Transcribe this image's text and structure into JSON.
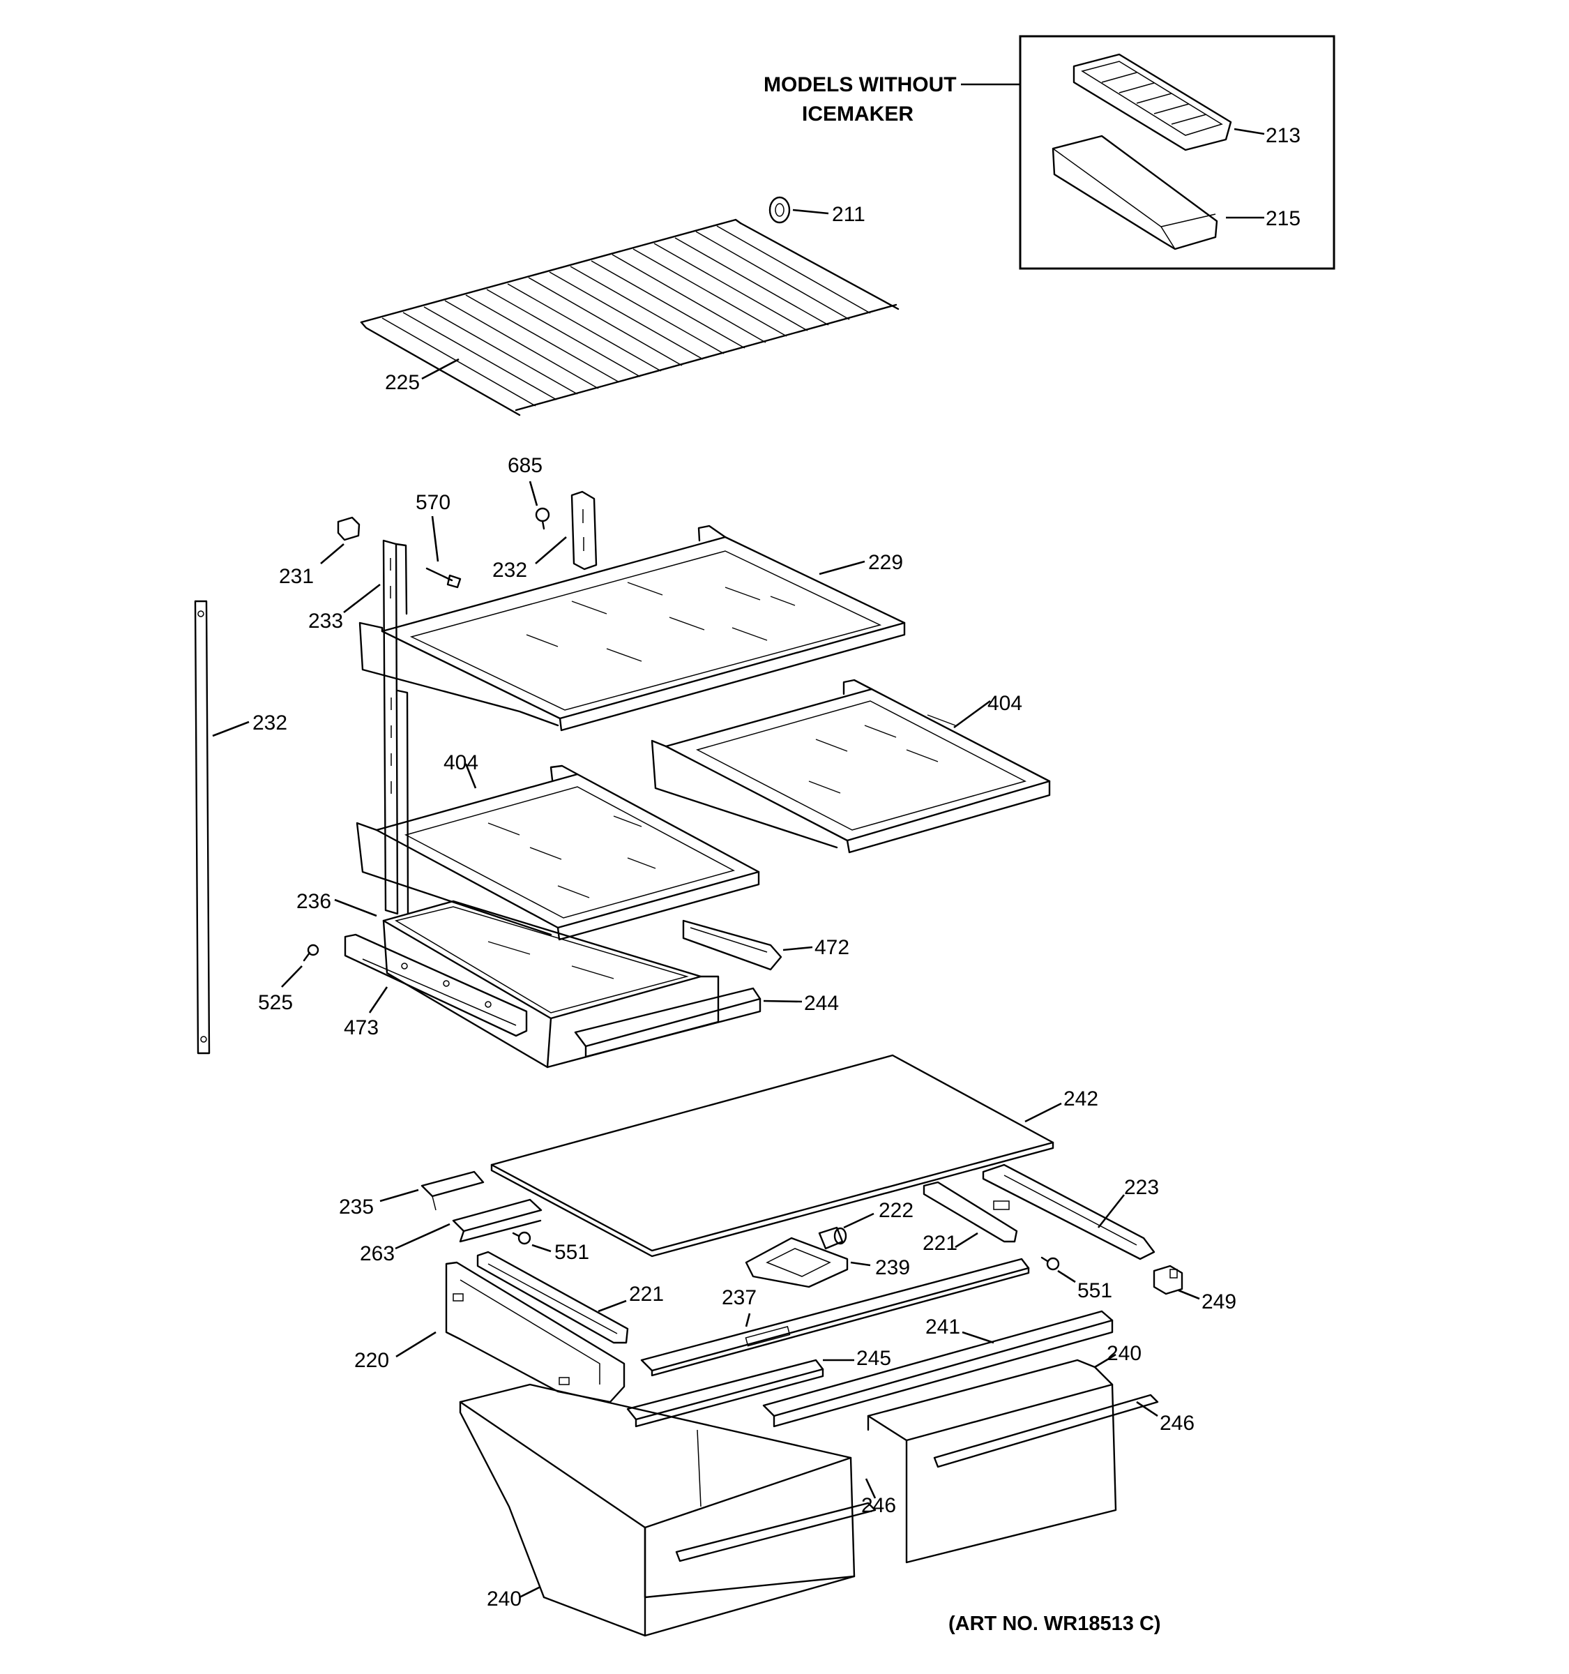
{
  "diagram": {
    "inset": {
      "heading_line1": "MODELS WITHOUT",
      "heading_line2": "ICEMAKER"
    },
    "art_number": "(ART NO. WR18513 C)",
    "callouts": {
      "c213": "213",
      "c215": "215",
      "c211": "211",
      "c225": "225",
      "c685": "685",
      "c570": "570",
      "c231": "231",
      "c232a": "232",
      "c229": "229",
      "c233": "233",
      "c232b": "232",
      "c404a": "404",
      "c404b": "404",
      "c236": "236",
      "c472": "472",
      "c525": "525",
      "c473": "473",
      "c244": "244",
      "c242": "242",
      "c235": "235",
      "c223": "223",
      "c222": "222",
      "c263": "263",
      "c551a": "551",
      "c221a": "221",
      "c239": "239",
      "c551b": "551",
      "c249": "249",
      "c221b": "221",
      "c237": "237",
      "c241": "241",
      "c220": "220",
      "c240a": "240",
      "c245": "245",
      "c246a": "246",
      "c246b": "246",
      "c240b": "240"
    }
  }
}
